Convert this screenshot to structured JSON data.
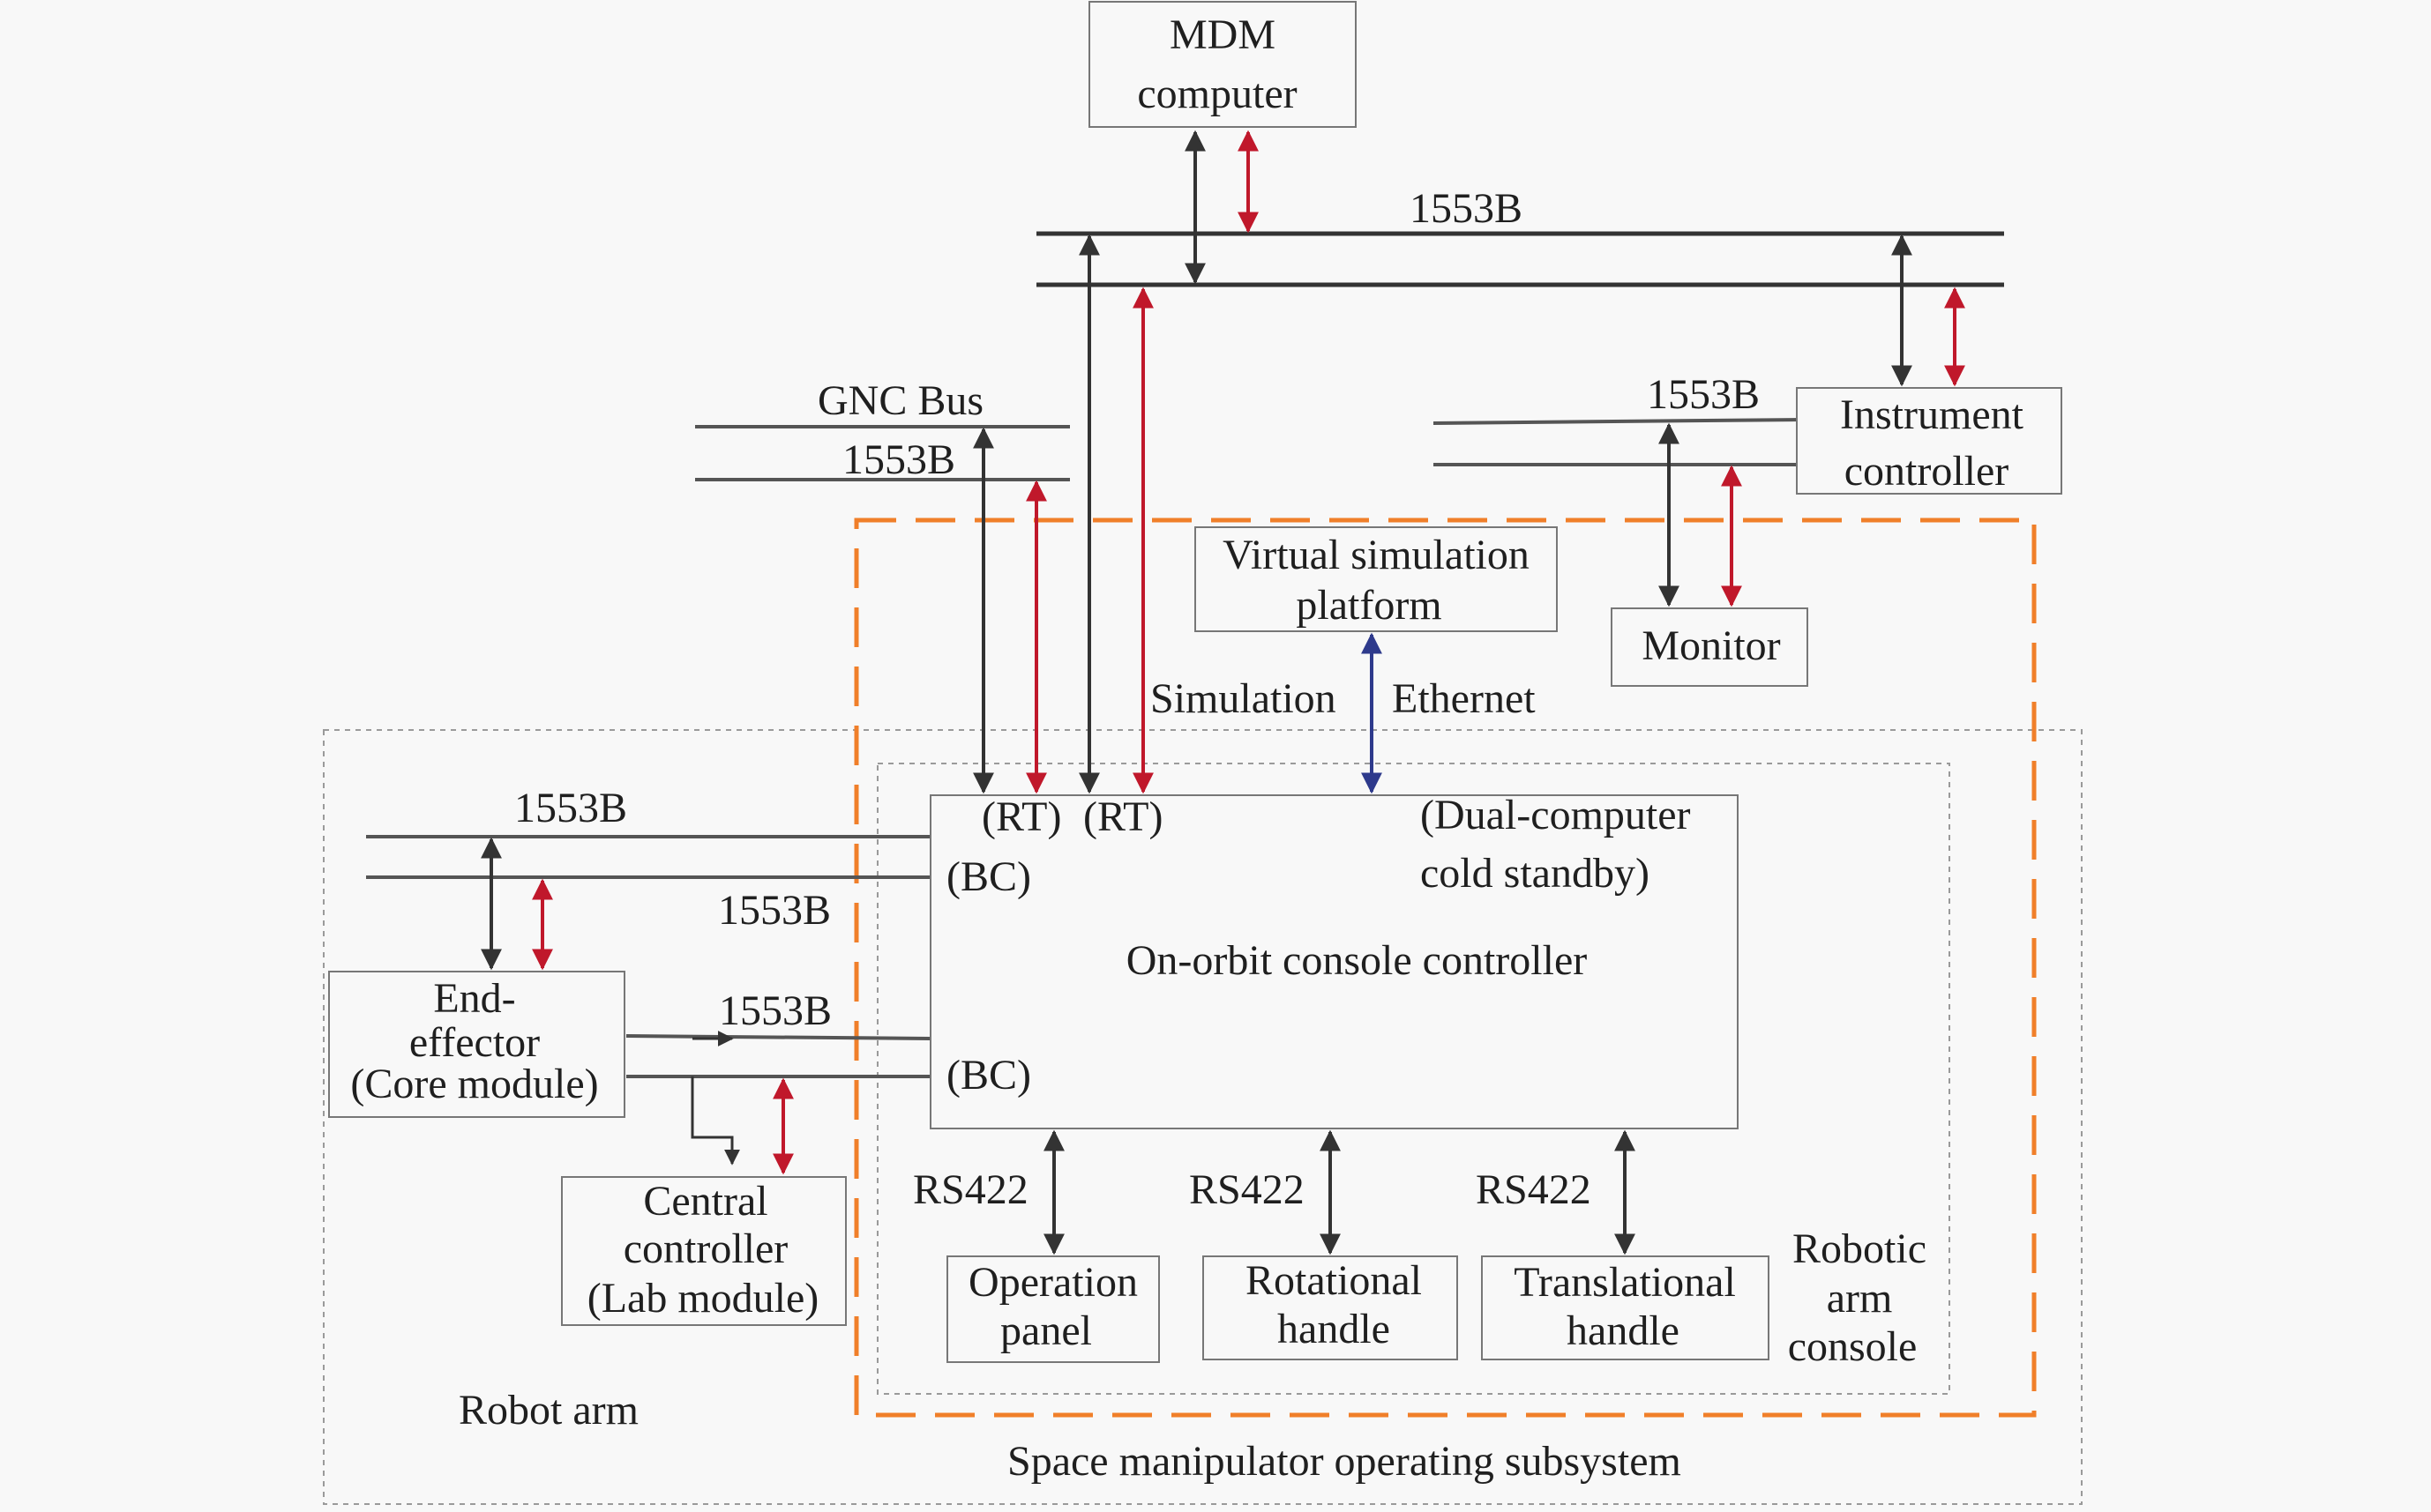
{
  "colors": {
    "background": "#f8f8f8",
    "line": "#333333",
    "red_arrow": "#c0182b",
    "blue_arrow": "#2e3a8c",
    "orange_border": "#f07f2a",
    "thin_dash": "#9a9a9a"
  },
  "boxes": {
    "mdm": {
      "line1": "MDM",
      "line2": "computer"
    },
    "instrument": {
      "line1": "Instrument",
      "line2": "controller"
    },
    "virtual": {
      "line1": "Virtual simulation",
      "line2": "platform"
    },
    "monitor": {
      "label": "Monitor"
    },
    "end_effector": {
      "line1": "End-",
      "line2": "effector",
      "line3": "(Core module)"
    },
    "central": {
      "line1": "Central",
      "line2": "controller",
      "line3": "(Lab module)"
    },
    "console": {
      "title": "On-orbit console controller",
      "rt1": "(RT)",
      "rt2": "(RT)",
      "bc1": "(BC)",
      "bc2": "(BC)",
      "standby1": "(Dual-computer",
      "standby2": "cold standby)"
    },
    "operation": {
      "line1": "Operation",
      "line2": "panel"
    },
    "rotational": {
      "line1": "Rotational",
      "line2": "handle"
    },
    "translational": {
      "line1": "Translational",
      "line2": "handle"
    }
  },
  "labels": {
    "bus_top": "1553B",
    "gnc_bus": "GNC Bus",
    "gnc_1553b": "1553B",
    "right_1553b": "1553B",
    "left_top_1553b": "1553B",
    "left_bottom_1553b": "1553B",
    "ee_1553b": "1553B",
    "simulation": "Simulation",
    "ethernet": "Ethernet",
    "rs422_a": "RS422",
    "rs422_b": "RS422",
    "rs422_c": "RS422",
    "robotic_arm_console_1": "Robotic",
    "robotic_arm_console_2": "arm",
    "robotic_arm_console_3": "console",
    "robot_arm": "Robot arm",
    "subsystem": "Space manipulator operating subsystem"
  }
}
